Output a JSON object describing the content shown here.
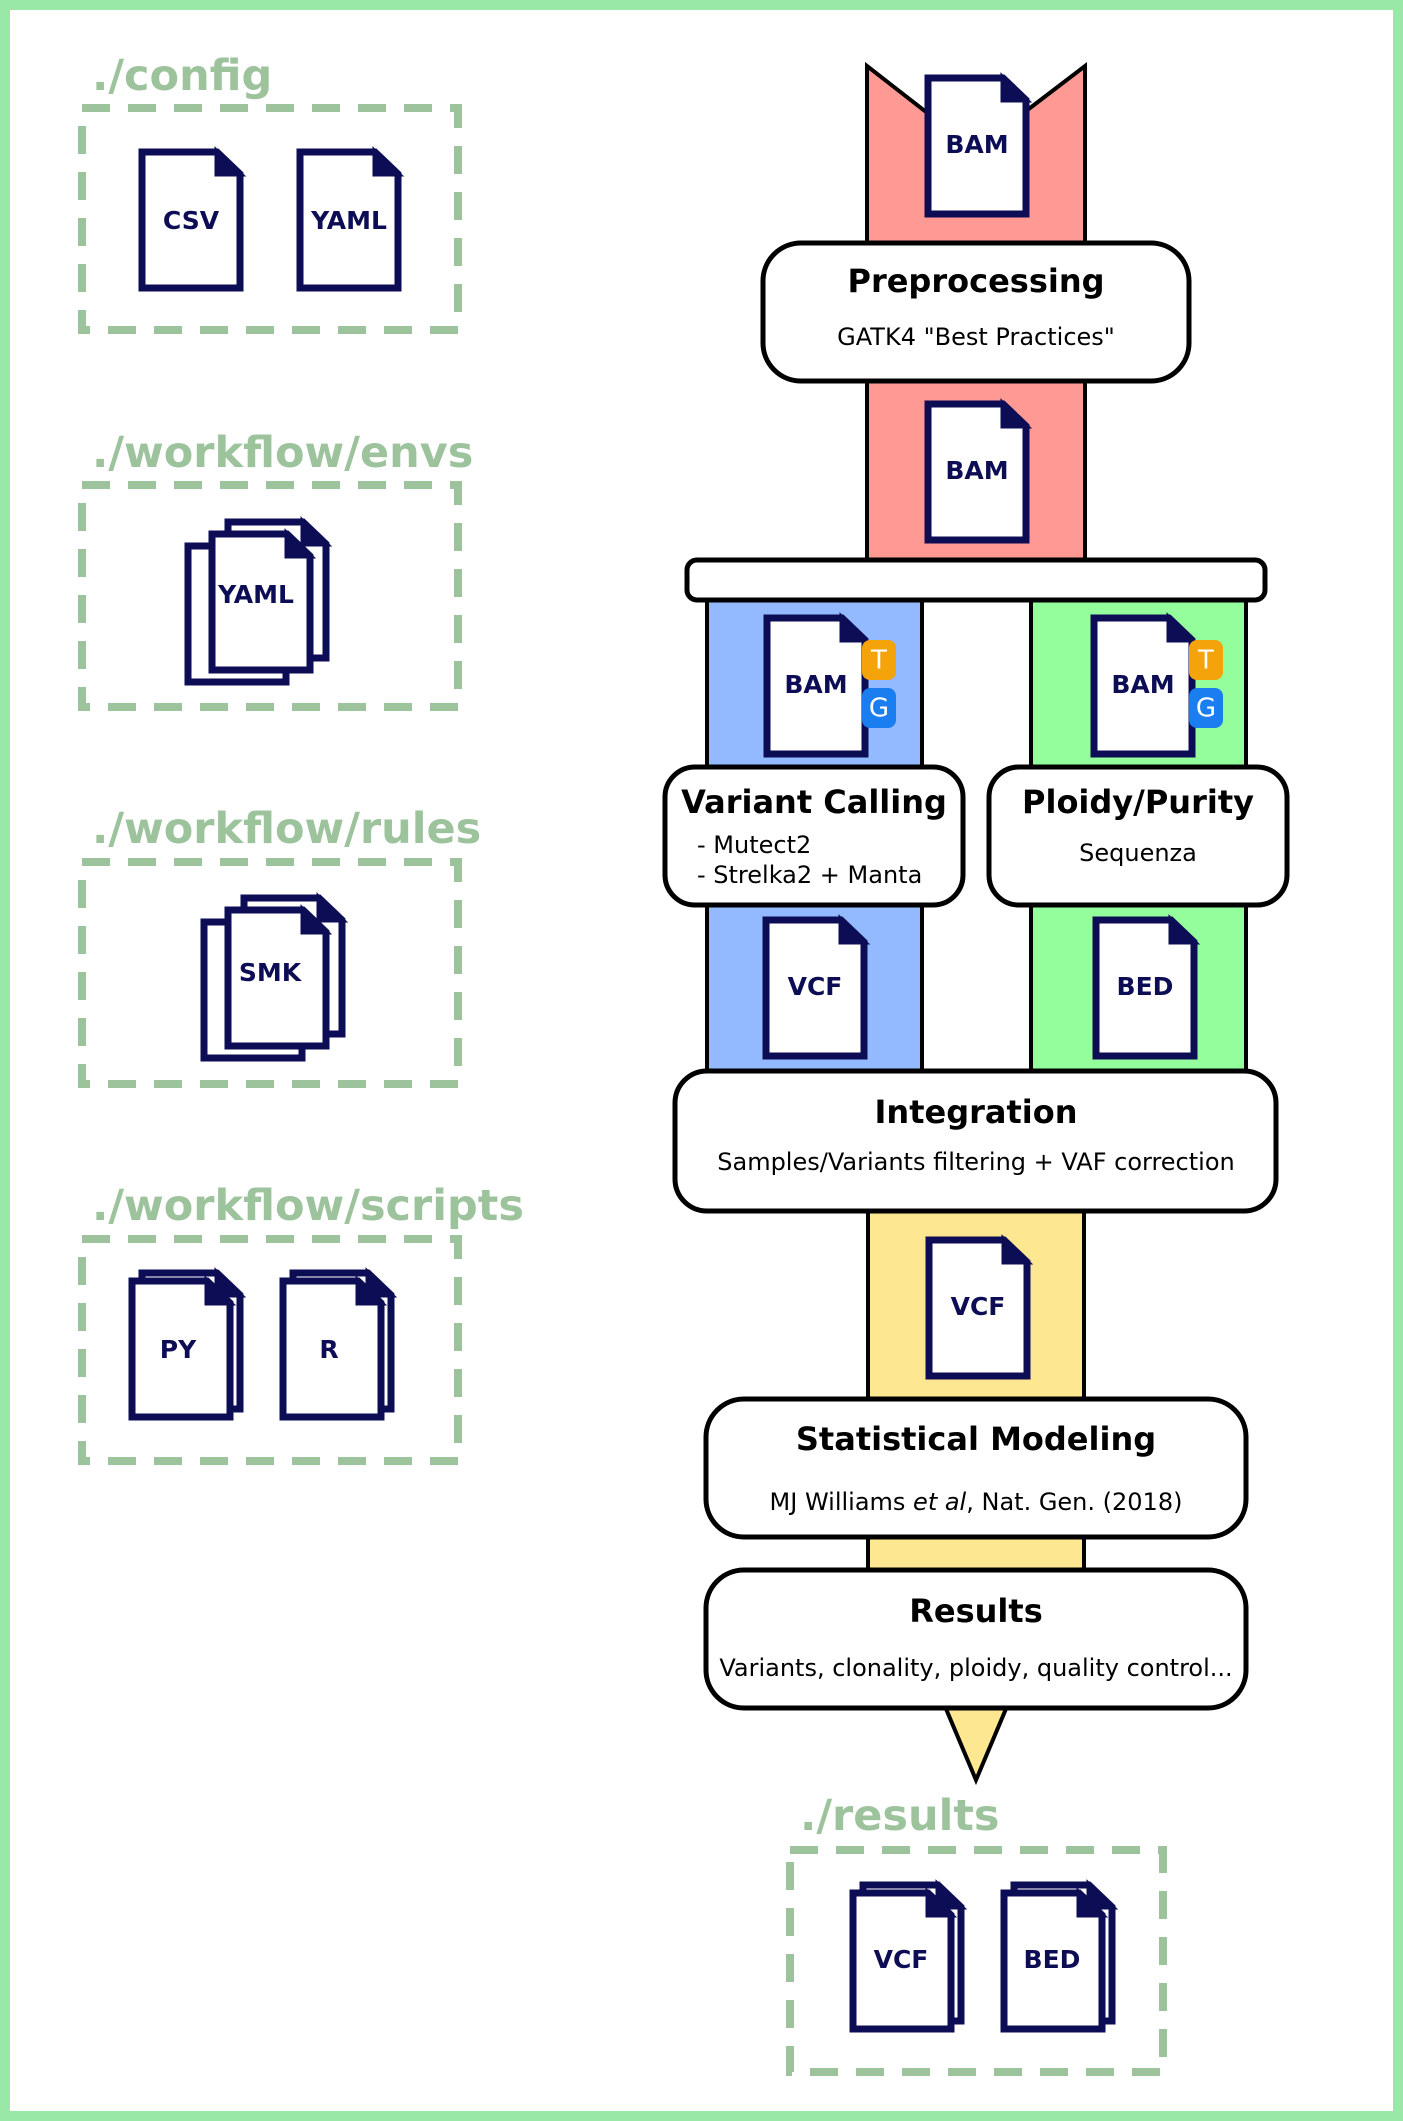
{
  "colors": {
    "frame": "#9ae8a8",
    "dir_label": "#9dc39d",
    "file_stroke": "#0d0d55",
    "red_lane": "#ff9994",
    "blue_lane": "#93baff",
    "green_lane": "#94fd9c",
    "yellow_lane": "#fde891",
    "tag_t": "#f5a30a",
    "tag_g": "#1a7ef0"
  },
  "directories": {
    "config": {
      "label": "./config",
      "files": [
        "CSV",
        "YAML"
      ]
    },
    "envs": {
      "label": "./workflow/envs",
      "files": [
        "YAML"
      ]
    },
    "rules": {
      "label": "./workflow/rules",
      "files": [
        "SMK"
      ]
    },
    "scripts": {
      "label": "./workflow/scripts",
      "files": [
        "PY",
        "R"
      ]
    },
    "results": {
      "label": "./results",
      "files": [
        "VCF",
        "BED"
      ]
    }
  },
  "pipeline": {
    "input_file": "BAM",
    "preprocessing": {
      "title": "Preprocessing",
      "subtitle": "GATK4 \"Best Practices\""
    },
    "preprocessed_file": "BAM",
    "split_files": [
      {
        "label": "BAM",
        "tags": [
          "T",
          "G"
        ],
        "icon": "file-icon"
      },
      {
        "label": "BAM",
        "tags": [
          "T",
          "G"
        ],
        "icon": "file-icon"
      }
    ],
    "variant_calling": {
      "title": "Variant Calling",
      "lines": [
        "- Mutect2",
        "- Strelka2 + Manta"
      ]
    },
    "ploidy_purity": {
      "title": "Ploidy/Purity",
      "subtitle": "Sequenza"
    },
    "variant_file": "VCF",
    "ploidy_file": "BED",
    "integration": {
      "title": "Integration",
      "subtitle": "Samples/Variants filtering + VAF correction"
    },
    "integrated_file": "VCF",
    "statistical_modeling": {
      "title": "Statistical Modeling",
      "subtitle_pre": "MJ Williams ",
      "subtitle_italic": "et al",
      "subtitle_post": ", Nat. Gen. (2018)"
    },
    "results": {
      "title": "Results",
      "subtitle": "Variants, clonality, ploidy, quality control..."
    }
  }
}
